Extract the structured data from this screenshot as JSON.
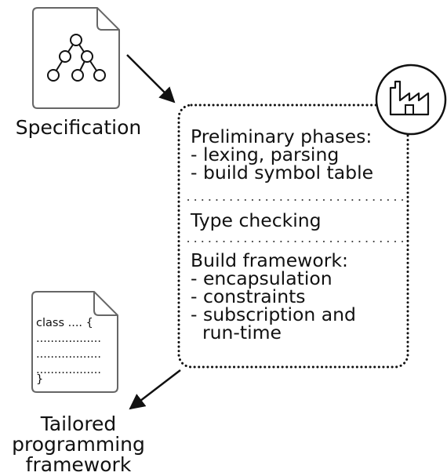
{
  "specification": {
    "label": "Specification"
  },
  "compiler": {
    "sections": [
      {
        "lines": [
          "Preliminary phases:",
          "- lexing, parsing",
          "- build symbol table"
        ]
      },
      {
        "lines": [
          "Type checking"
        ]
      },
      {
        "lines": [
          "Build framework:",
          "- encapsulation",
          "- constraints",
          "- subscription and",
          "  run-time"
        ]
      }
    ]
  },
  "output": {
    "label_lines": [
      "Tailored",
      "programming",
      "framework"
    ],
    "code_lines": [
      "class .... {",
      "..................",
      "..................",
      "..................",
      "}"
    ]
  },
  "icons": [
    "tree-document-icon",
    "factory-icon",
    "code-document-icon",
    "arrow-icon"
  ]
}
